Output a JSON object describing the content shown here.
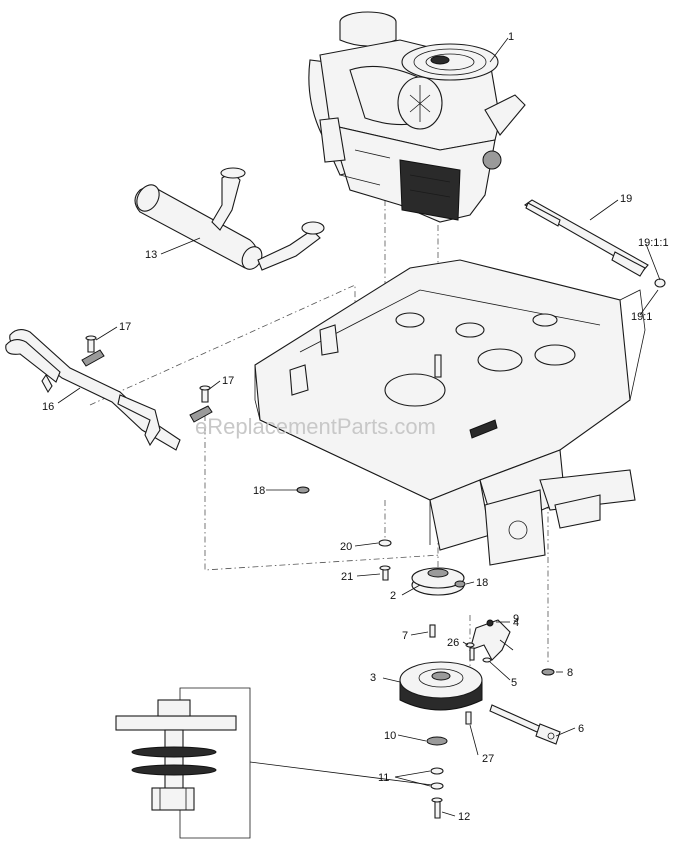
{
  "watermark": "eReplacementParts.com",
  "callouts": {
    "c1": "1",
    "c2": "2",
    "c3": "3",
    "c4": "4",
    "c5": "5",
    "c6": "6",
    "c7": "7",
    "c8": "8",
    "c9": "9",
    "c10": "10",
    "c11": "11",
    "c12": "12",
    "c13": "13",
    "c16": "16",
    "c17a": "17",
    "c17b": "17",
    "c18a": "18",
    "c18b": "18",
    "c19": "19",
    "c19_1_1": "19:1:1",
    "c19_1": "19:1",
    "c20": "20",
    "c21": "21",
    "c26": "26",
    "c27": "27"
  }
}
